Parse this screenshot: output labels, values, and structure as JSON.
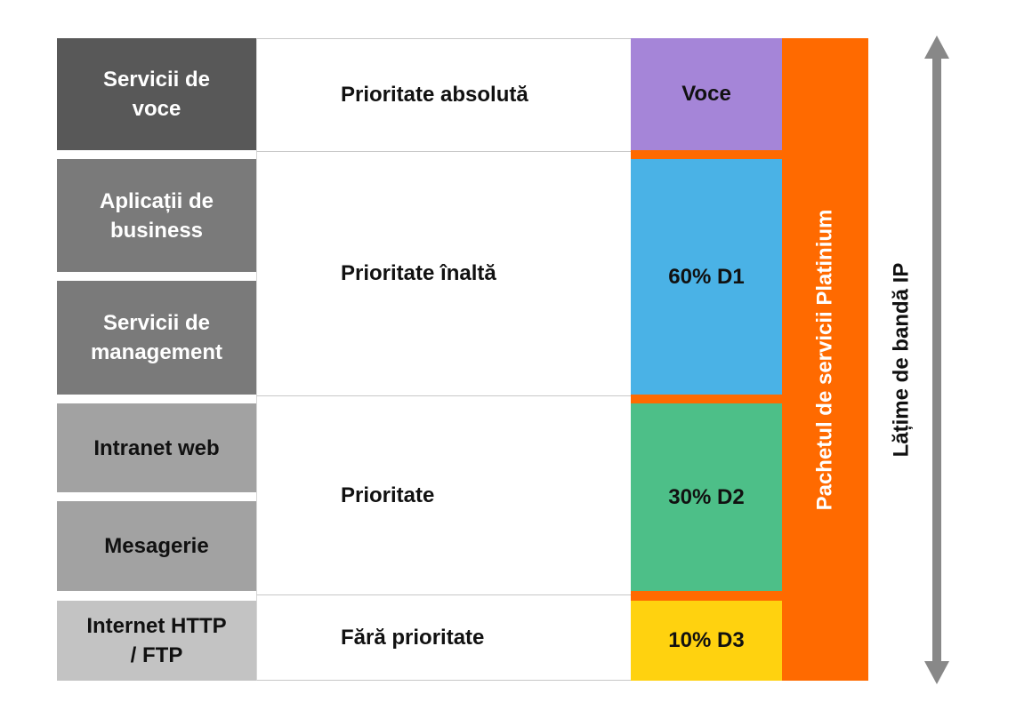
{
  "colors": {
    "services": [
      "#585858",
      "#7a7a7a",
      "#7a7a7a",
      "#a2a2a2",
      "#a2a2a2",
      "#c3c3c3"
    ],
    "voce": "#a585d8",
    "d1": "#4ab2e6",
    "d2": "#4dbf88",
    "d3": "#ffd20f",
    "package": "#ff6a00",
    "arrow": "#888888"
  },
  "services": [
    {
      "label": "Servicii de\nvoce"
    },
    {
      "label": "Aplicații de\nbusiness"
    },
    {
      "label": "Servicii de\nmanagement"
    },
    {
      "label": "Intranet web"
    },
    {
      "label": "Mesagerie"
    },
    {
      "label": "Internet HTTP\n/ FTP"
    }
  ],
  "priorities": [
    {
      "label": "Prioritate absolută"
    },
    {
      "label": "Prioritate înaltă"
    },
    {
      "label": "Prioritate"
    },
    {
      "label": "Fără prioritate"
    }
  ],
  "bandwidth": [
    {
      "label": "Voce"
    },
    {
      "label": "60% D1"
    },
    {
      "label": "30% D2"
    },
    {
      "label": "10% D3"
    }
  ],
  "package_label": "Pachetul de servicii Platinium",
  "axis_label": "Lățime de bandă IP"
}
